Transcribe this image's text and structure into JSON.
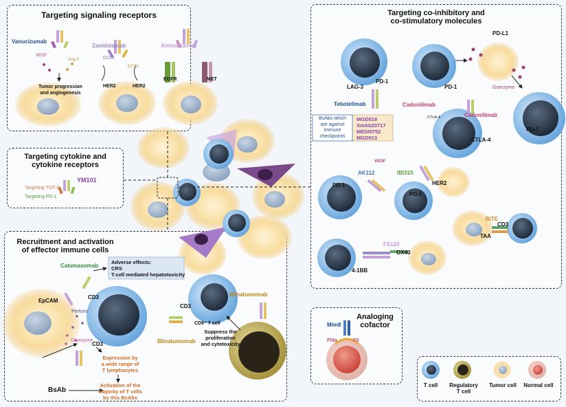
{
  "panels": {
    "signaling": {
      "title": "Targeting signaling receptors",
      "vanucizumab": "Vanucizumab",
      "vegf": "VEGF",
      "ang2": "Ang-2",
      "tumor_progression": "Tumor progression\nand angiogenesis",
      "zanidatamab": "Zanidatamab",
      "ecd4": "ECD4",
      "ecd2": "ECD2",
      "her2_a": "HER2",
      "her2_b": "HER2",
      "amivantamab": "Amivantamab",
      "egfr": "EGFR",
      "met": "MET"
    },
    "cytokine": {
      "title": "Targeting cytokine and\ncytokine receptors",
      "ym101": "YM101",
      "tgf": "Targeting TGF-β",
      "pd1": "Targeting PD-1"
    },
    "coinhib": {
      "title": "Targeting co-inhibitory and\nco-stimulatory molecules",
      "lag3": "LAG-3",
      "pd1_a": "PD-1",
      "tebotelimab": "Tebotelimab",
      "bsabs_note": "BsAbs which\nare against\nimmune\ncheckpoints",
      "checkpoint_list": "MGD019\nXmAb20717\nMEDI5752\nMGD013",
      "pdl1": "PD-L1",
      "pd1_b": "PD-1",
      "granzyme": "Granzyme",
      "cadonilimab_a": "Cadonilimab",
      "cadonilimab_b": "Cadonilimab",
      "ctla4_small": "CTLA-4",
      "ctla4": "CTLA-4",
      "pd1_c": "PD-1",
      "ak112": "AK112",
      "vegf": "VEGF",
      "pd1_d": "PD-1",
      "ibi315": "IBI315",
      "her2": "HER2",
      "pd1_e": "PD-1",
      "bite": "BiTE",
      "cd3": "CD3",
      "taa": "TAA",
      "fs120": "FS120",
      "ox40": "OX40",
      "fourbb": "4-1BB"
    },
    "recruit": {
      "title": "Recruitment and activation\nof effector immune cells",
      "catumaxomab": "Catumaxomab",
      "adverse": "Adverse effects:\nCRS\nT-cell mediated hepatotoxicity",
      "epcam": "EpCAM",
      "cd3_a": "CD3",
      "perforin": "Perforin",
      "granzyme": "Granzyme",
      "cd3_b": "CD3",
      "expression": "Expression by\na wide range of\nT lymphocytes",
      "activation": "Activation of the\nmajority of T cells\nby this BsAbs",
      "bsab": "BsAb",
      "cd3_c": "CD3",
      "cd8": "CD8⁺ T cell",
      "suppress": "Suppress the\nproliferation\nand cytotoxicity",
      "blinatumomab_a": "Blinatumomab",
      "blinatumomab_b": "Blinatumomab"
    },
    "cofactor": {
      "title": "Analoging\ncofactor",
      "mim8": "Mim8",
      "fixa": "FIXa",
      "fx": "FX"
    },
    "legend": {
      "items": [
        {
          "label": "T cell",
          "color": "#7fb3e3"
        },
        {
          "label": "Regulatory\nT cell",
          "color": "#8a7a2a"
        },
        {
          "label": "Tumor cell",
          "color": "#f6d99a"
        },
        {
          "label": "Normal cell",
          "color": "#e8857a"
        }
      ]
    }
  },
  "colors": {
    "tcell": "#7fb3e3",
    "tumor": "#f6d99a",
    "nucleus": "#2f3f52",
    "purple_text": "#8b3fa8",
    "orange_text": "#d2691e",
    "green_text": "#2e8b3a",
    "blue_text": "#1f4e8c"
  }
}
